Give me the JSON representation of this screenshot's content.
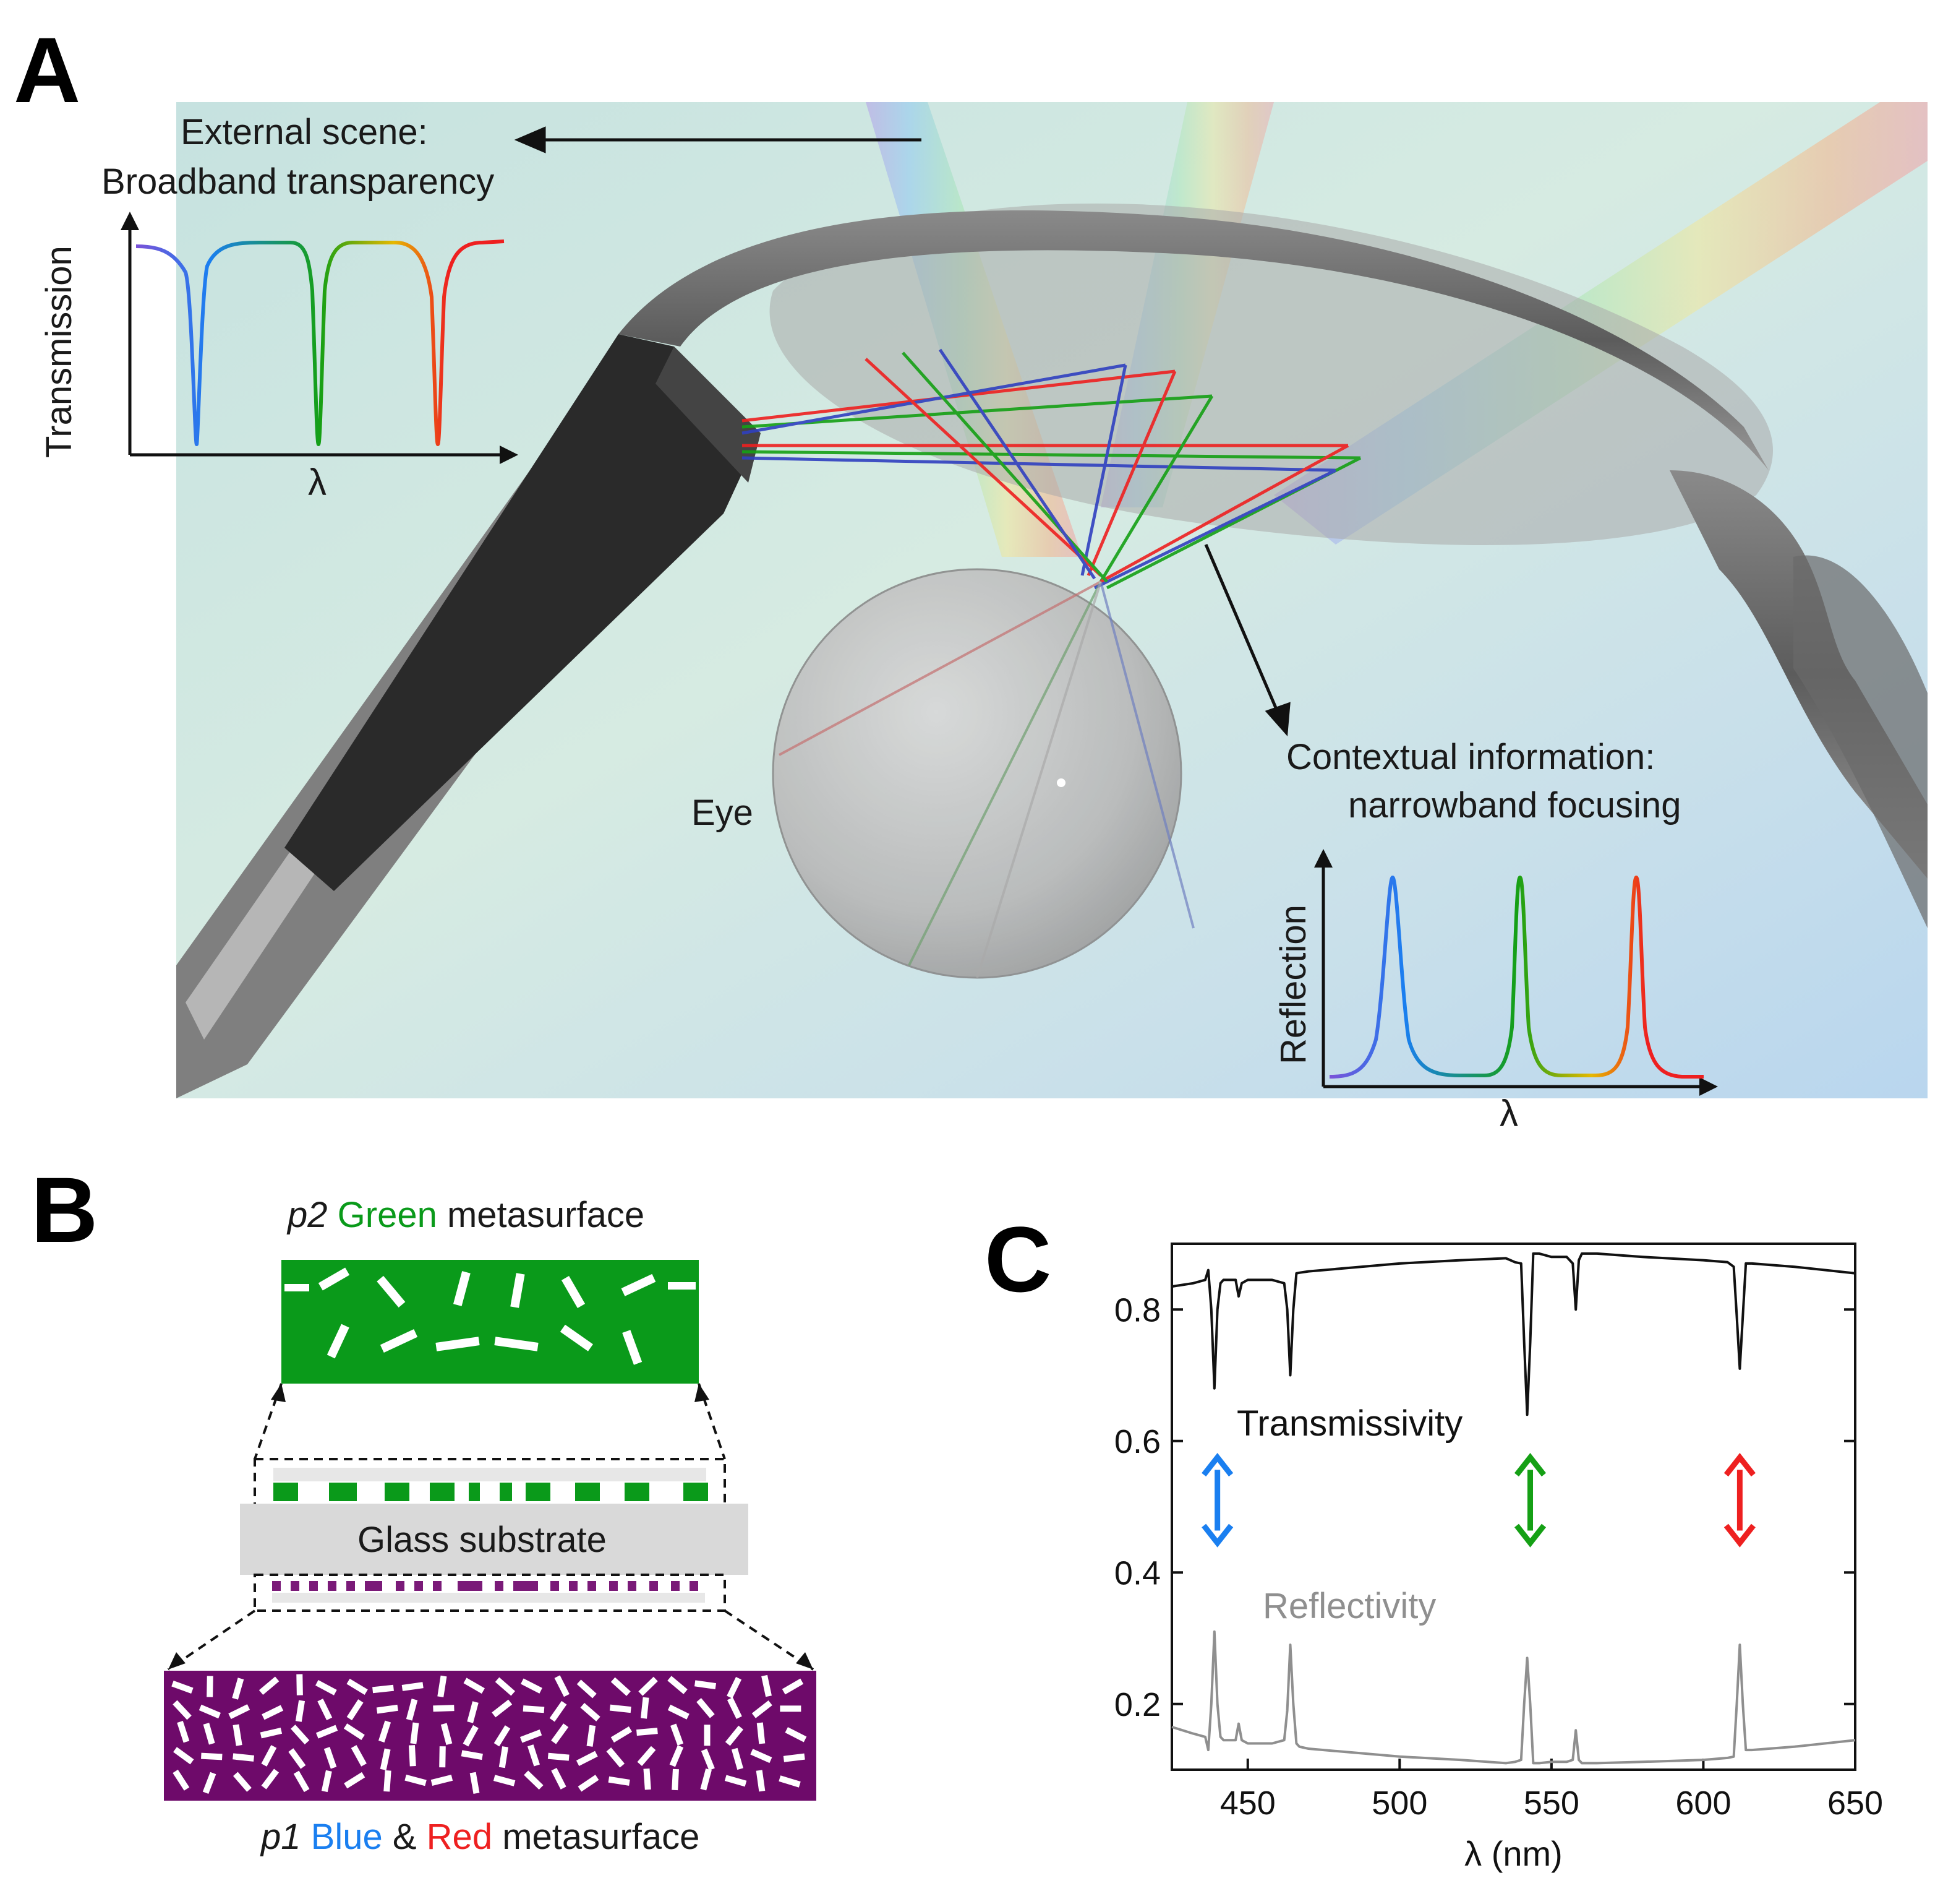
{
  "panels": {
    "a": {
      "letter": "A",
      "external_title_1": "External scene:",
      "external_title_2": "Broadband transparency",
      "transmission_ylabel": "Transmission",
      "transmission_xlabel": "λ",
      "eye_label": "Eye",
      "contextual_title_1": "Contextual information:",
      "contextual_title_2": "narrowband focusing",
      "reflection_ylabel": "Reflection",
      "reflection_xlabel": "λ"
    },
    "b": {
      "letter": "B",
      "top_prefix": "p2",
      "top_color_word": "Green",
      "top_suffix": "metasurface",
      "substrate_label": "Glass substrate",
      "bottom_prefix": "p1",
      "bottom_word_1": "Blue",
      "bottom_amp": "&",
      "bottom_word_2": "Red",
      "bottom_suffix": "metasurface"
    },
    "c": {
      "letter": "C"
    }
  },
  "colors": {
    "green_meta": "#0a9a1a",
    "purple_meta": "#6e0a6a",
    "blue": "#1a7ff0",
    "green": "#15a015",
    "red": "#ee2020",
    "glass": "#d9d9d9",
    "transmissivity": "#111111",
    "reflectivity": "#8f8f8f"
  },
  "chart_data": {
    "type": "line",
    "xlabel": "λ (nm)",
    "ylabel": "",
    "xlim": [
      425,
      650
    ],
    "ylim": [
      0.1,
      0.9
    ],
    "x_ticks": [
      450,
      500,
      550,
      600,
      650
    ],
    "y_ticks": [
      0.2,
      0.4,
      0.6,
      0.8
    ],
    "tick_labels_x": [
      "450",
      "500",
      "550",
      "600",
      "650"
    ],
    "tick_labels_y": [
      "0.2",
      "0.4",
      "0.6",
      "0.8"
    ],
    "series": [
      {
        "name": "Transmissivity",
        "color": "#111111",
        "x": [
          425,
          432,
          436,
          437,
          438,
          439,
          440,
          441,
          442,
          446,
          447,
          448,
          450,
          458,
          462,
          463,
          464,
          465,
          466,
          467,
          470,
          480,
          500,
          520,
          535,
          538,
          540,
          541,
          542,
          543,
          544,
          546,
          550,
          555,
          557,
          558,
          559,
          560,
          565,
          580,
          600,
          608,
          610,
          611,
          612,
          613,
          614,
          616,
          630,
          650
        ],
        "y": [
          0.835,
          0.84,
          0.845,
          0.86,
          0.8,
          0.68,
          0.8,
          0.84,
          0.845,
          0.845,
          0.82,
          0.84,
          0.845,
          0.845,
          0.84,
          0.8,
          0.7,
          0.8,
          0.855,
          0.856,
          0.858,
          0.862,
          0.87,
          0.875,
          0.878,
          0.872,
          0.87,
          0.75,
          0.64,
          0.75,
          0.885,
          0.885,
          0.88,
          0.88,
          0.87,
          0.8,
          0.875,
          0.885,
          0.885,
          0.88,
          0.875,
          0.872,
          0.865,
          0.79,
          0.71,
          0.79,
          0.87,
          0.87,
          0.865,
          0.855
        ]
      },
      {
        "name": "Reflectivity",
        "color": "#8f8f8f",
        "x": [
          425,
          432,
          436,
          437,
          438,
          439,
          440,
          441,
          442,
          446,
          447,
          448,
          450,
          458,
          462,
          463,
          464,
          465,
          466,
          467,
          470,
          480,
          500,
          520,
          535,
          538,
          540,
          541,
          542,
          543,
          544,
          546,
          550,
          555,
          557,
          558,
          559,
          560,
          565,
          580,
          600,
          608,
          610,
          611,
          612,
          613,
          614,
          616,
          630,
          650
        ],
        "y": [
          0.165,
          0.155,
          0.15,
          0.13,
          0.2,
          0.31,
          0.2,
          0.15,
          0.145,
          0.145,
          0.17,
          0.145,
          0.14,
          0.14,
          0.145,
          0.19,
          0.29,
          0.2,
          0.14,
          0.135,
          0.132,
          0.128,
          0.12,
          0.115,
          0.11,
          0.112,
          0.115,
          0.2,
          0.27,
          0.2,
          0.11,
          0.11,
          0.112,
          0.112,
          0.115,
          0.16,
          0.115,
          0.11,
          0.11,
          0.112,
          0.115,
          0.118,
          0.12,
          0.2,
          0.29,
          0.2,
          0.13,
          0.13,
          0.135,
          0.145
        ]
      }
    ],
    "annotations": [
      "Transmissivity",
      "Reflectivity"
    ],
    "arrow_markers_nm": [
      440,
      543,
      612
    ],
    "arrow_colors": [
      "#1a7ff0",
      "#15a015",
      "#ee2020"
    ]
  }
}
